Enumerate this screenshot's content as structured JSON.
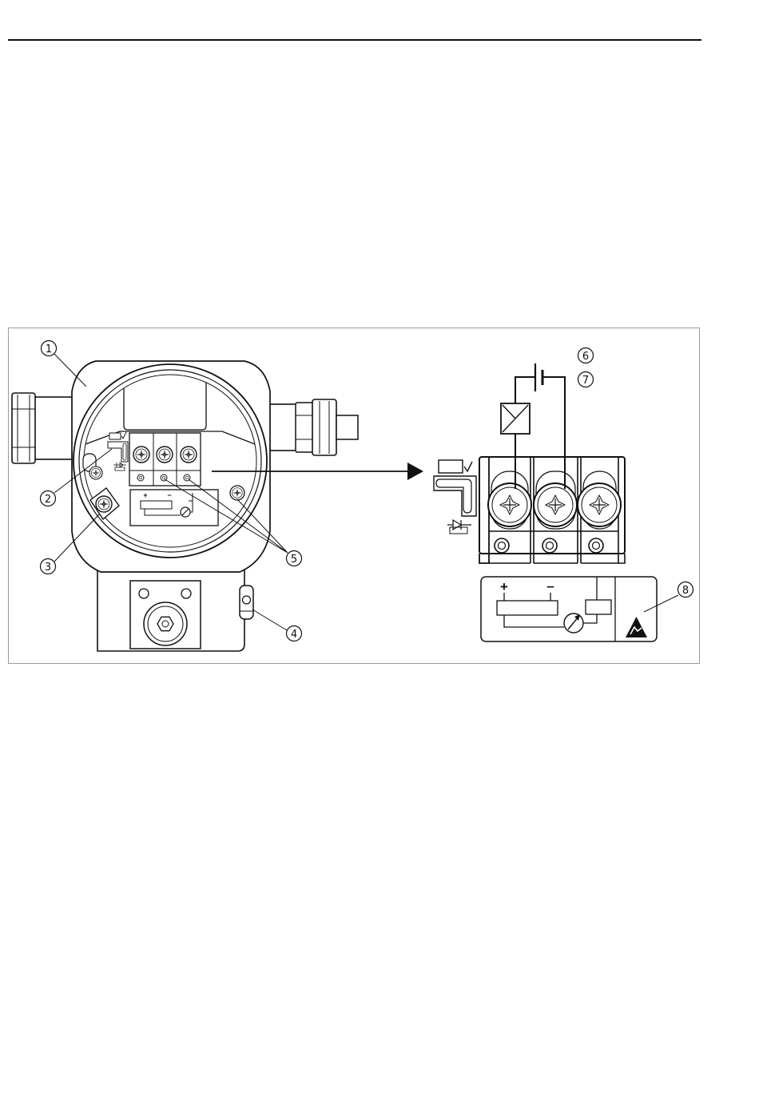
{
  "figure": {
    "callouts": [
      {
        "label": "1"
      },
      {
        "label": "2"
      },
      {
        "label": "3"
      },
      {
        "label": "4"
      },
      {
        "label": "5"
      },
      {
        "label": "6"
      },
      {
        "label": "7"
      },
      {
        "label": "8"
      }
    ],
    "insert_label": {
      "plus": "+",
      "minus": "−"
    },
    "terminal_label": {
      "plus": "+",
      "minus": "–"
    }
  },
  "colors": {
    "ink": "#111111",
    "frame": "#9a9a9a",
    "background": "#ffffff"
  }
}
